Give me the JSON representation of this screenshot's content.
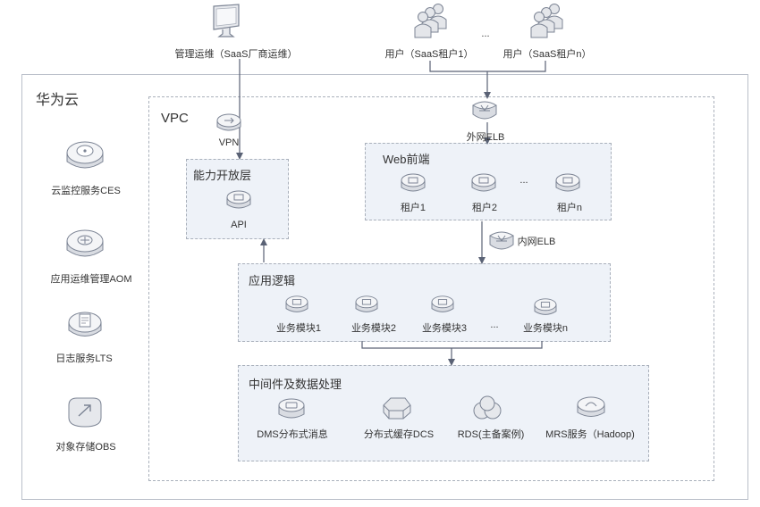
{
  "top": {
    "admin_label": "管理运维（SaaS厂商运维）",
    "user1_label": "用户（SaaS租户1）",
    "usern_label": "用户（SaaS租户n）",
    "ellipsis": "..."
  },
  "cloud": {
    "title": "华为云",
    "services": [
      {
        "label": "云监控服务CES",
        "icon": "monitor-gauge-icon"
      },
      {
        "label": "应用运维管理AOM",
        "icon": "aom-icon"
      },
      {
        "label": "日志服务LTS",
        "icon": "log-service-icon"
      },
      {
        "label": "对象存储OBS",
        "icon": "object-storage-icon"
      }
    ]
  },
  "vpc": {
    "title": "VPC",
    "vpn_label": "VPN",
    "external_elb_label": "外网ELB",
    "internal_elb_label": "内网ELB"
  },
  "capability": {
    "title": "能力开放层",
    "api_label": "API"
  },
  "web": {
    "title": "Web前端",
    "tenants": [
      "租户1",
      "租户2",
      "租户n"
    ],
    "ellipsis": "..."
  },
  "logic": {
    "title": "应用逻辑",
    "modules": [
      "业务模块1",
      "业务模块2",
      "业务模块3",
      "业务模块n"
    ],
    "ellipsis": "..."
  },
  "middleware": {
    "title": "中间件及数据处理",
    "items": [
      "DMS分布式消息",
      "分布式缓存DCS",
      "RDS(主备案例)",
      "MRS服务（Hadoop)"
    ]
  },
  "colors": {
    "line": "#5a6275",
    "layer_bg": "#eef2f8",
    "border": "#a9b0bb"
  }
}
